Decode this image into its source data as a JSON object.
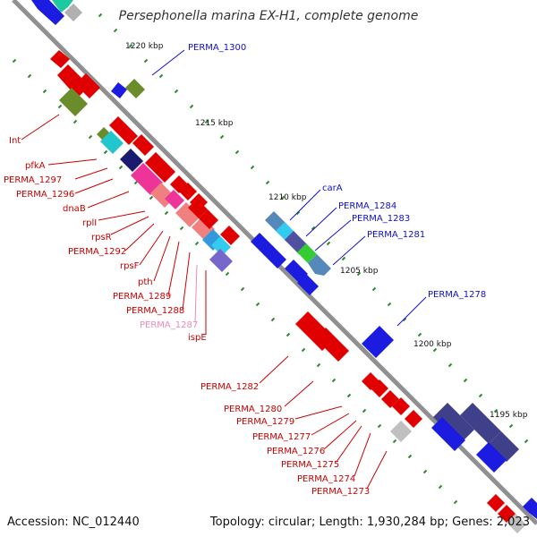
{
  "title": "Persephonella marina EX-H1, complete genome",
  "footer": {
    "accession": "Accession: NC_012440",
    "topology": "Topology: circular; Length: 1,930,284 bp; Genes: 2,023"
  },
  "colors": {
    "background": "#ffffff",
    "backbone": "#909090",
    "tick": "#2e8b2e",
    "forward_label": "#1010cc",
    "reverse_label": "#cc0000",
    "pink_label": "#ee88bb"
  },
  "kbp_marks": [
    "1220 kbp",
    "1215 kbp",
    "1210 kbp",
    "1205 kbp",
    "1200 kbp",
    "1195 kbp"
  ],
  "gene_labels": {
    "forward": [
      "PERMA_1300",
      "carA",
      "PERMA_1284",
      "PERMA_1283",
      "PERMA_1281",
      "PERMA_1278"
    ],
    "reverse": [
      "Int",
      "pfkA",
      "PERMA_1297",
      "PERMA_1296",
      "dnaB",
      "rplI",
      "rpsR",
      "PERMA_1292",
      "rpsF",
      "pth",
      "PERMA_1289",
      "PERMA_1288",
      "PERMA_1287",
      "ispE",
      "PERMA_1282",
      "PERMA_1280",
      "PERMA_1279",
      "PERMA_1277",
      "PERMA_1276",
      "PERMA_1275",
      "PERMA_1274",
      "PERMA_1273"
    ]
  }
}
